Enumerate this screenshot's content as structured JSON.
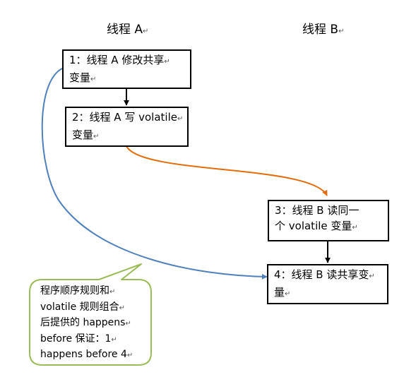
{
  "lanes": {
    "a_title": "线程 A",
    "b_title": "线程 B"
  },
  "boxes": {
    "step1": {
      "line1": "1：线程 A 修改共享",
      "line2": "变量"
    },
    "step2": {
      "line1": "2：线程 A 写 volatile",
      "line2": "变量"
    },
    "step3": {
      "line1": "3：线程 B 读同一",
      "line2": "个 volatile 变量"
    },
    "step4": {
      "line1": "4：线程 B 读共享变",
      "line2": "量"
    }
  },
  "callout": {
    "lines": [
      "程序顺序规则和",
      "volatile 规则组合",
      "后提供的 happens",
      "before 保证：1",
      "happens before 4"
    ]
  },
  "colors": {
    "box_border": "#000000",
    "black_arrow": "#000000",
    "orange_arrow": "#E46C0A",
    "blue_arrow": "#4F81BD",
    "callout_border": "#9BBB59"
  },
  "line_marker": "↵"
}
